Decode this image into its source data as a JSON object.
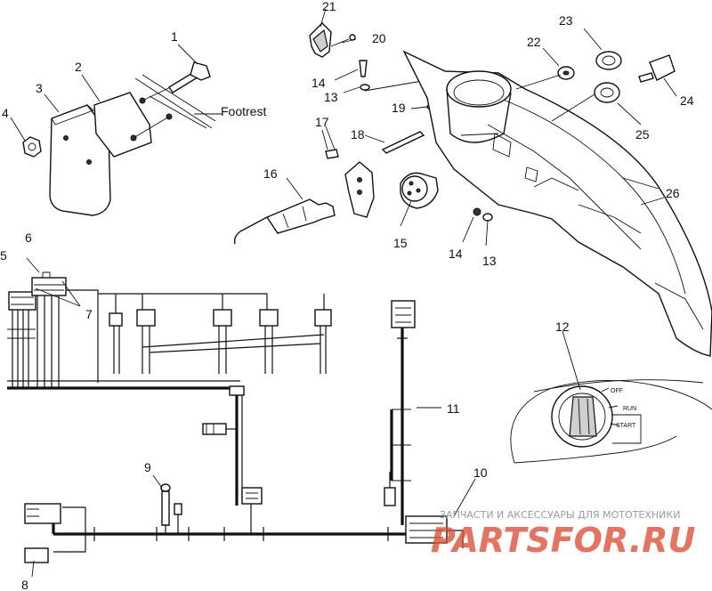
{
  "callouts": {
    "c1": "1",
    "c2": "2",
    "c3": "3",
    "c4": "4",
    "c5": "5",
    "c6": "6",
    "c7": "7",
    "c8": "8",
    "c9": "9",
    "c10": "10",
    "c11": "11",
    "c12": "12",
    "c13a": "13",
    "c13b": "13",
    "c14a": "14",
    "c14b": "14",
    "c15": "15",
    "c16": "16",
    "c17": "17",
    "c18": "18",
    "c19": "19",
    "c20": "20",
    "c21": "21",
    "c22": "22",
    "c23": "23",
    "c24": "24",
    "c25": "25",
    "c26": "26"
  },
  "labels": {
    "footrest": "Footrest"
  },
  "ignition_switch": {
    "off": "OFF",
    "run": "RUN",
    "start": "START"
  },
  "watermark": {
    "top_text": "ЗАПЧАСТИ И АКСЕССУАРЫ ДЛЯ МОТОТЕХНИКИ",
    "brand": "PARTSFOR.RU"
  }
}
